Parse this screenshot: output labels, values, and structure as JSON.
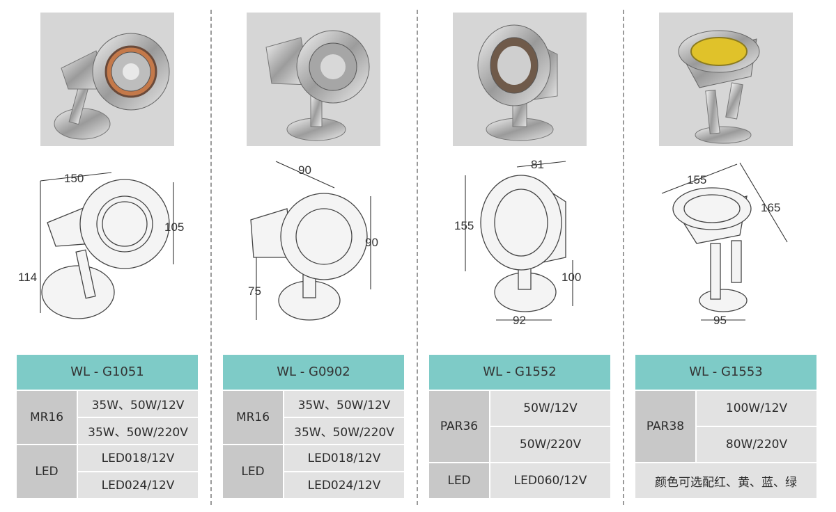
{
  "products": [
    {
      "model": "WL - G1051",
      "dims": [
        "150",
        "105",
        "114"
      ],
      "groups": [
        {
          "category": "MR16",
          "values": [
            "35W、50W/12V",
            "35W、50W/220V"
          ]
        },
        {
          "category": "LED",
          "values": [
            "LED018/12V",
            "LED024/12V"
          ]
        }
      ]
    },
    {
      "model": "WL - G0902",
      "dims": [
        "90",
        "90",
        "75"
      ],
      "groups": [
        {
          "category": "MR16",
          "values": [
            "35W、50W/12V",
            "35W、50W/220V"
          ]
        },
        {
          "category": "LED",
          "values": [
            "LED018/12V",
            "LED024/12V"
          ]
        }
      ]
    },
    {
      "model": "WL - G1552",
      "dims": [
        "81",
        "155",
        "100",
        "92"
      ],
      "groups": [
        {
          "category": "PAR36",
          "values": [
            "50W/12V",
            "50W/220V"
          ]
        },
        {
          "category": "LED",
          "values": [
            "LED060/12V"
          ]
        }
      ]
    },
    {
      "model": "WL - G1553",
      "dims": [
        "155",
        "165",
        "95"
      ],
      "groups": [
        {
          "category": "PAR38",
          "values": [
            "100W/12V",
            "80W/220V"
          ]
        }
      ],
      "note": "颜色可选配红、黄、蓝、绿"
    }
  ],
  "colors": {
    "header_teal": "#7ecbc7",
    "category_grey": "#c8c8c8",
    "value_grey": "#e2e2e2",
    "photo_bg": "#d6d6d6",
    "lens_yellow": "#e0c22a"
  }
}
